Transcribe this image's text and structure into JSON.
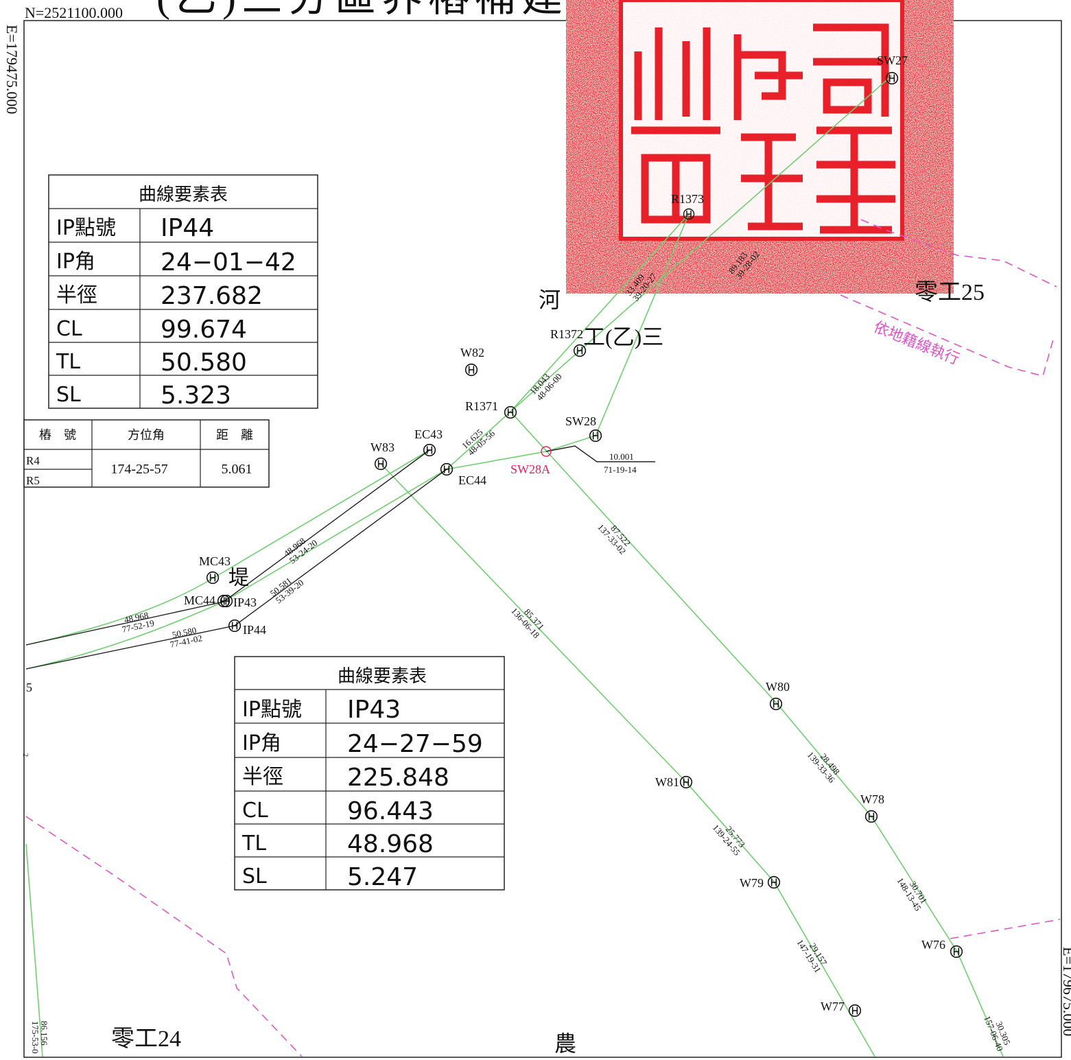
{
  "title": "(乙)三分區界樁補建樁位圖",
  "coord_labels": {
    "north_top": "N=2521100.000",
    "east_left": "E=179475.000",
    "east_right": "E=179675.000",
    "left_fragment_1": "5",
    "left_fragment_2": "2"
  },
  "place_labels": {
    "river": "河",
    "canal": "工(乙)三",
    "levee": "堤",
    "zero_work_25": "零工25",
    "zero_work_24": "零工24",
    "farm": "農",
    "cadastral_note": "依地籍線執行"
  },
  "seal": {
    "glyphs": [
      "局",
      "縣",
      "縣",
      "線",
      "政",
      "府"
    ]
  },
  "stakes": {
    "sw27": "SW27",
    "r1373": "R1373",
    "r1372": "R1372",
    "w82": "W82",
    "r1371": "R1371",
    "sw28": "SW28",
    "sw28a": "SW28A",
    "ec43": "EC43",
    "ec44": "EC44",
    "w83": "W83",
    "mc43": "MC43",
    "mc44": "MC44",
    "ip43": "IP43",
    "ip44": "IP44",
    "w80": "W80",
    "w81": "W81",
    "w78": "W78",
    "w79": "W79",
    "w76": "W76",
    "w77": "W77"
  },
  "segment_labels": {
    "s1": [
      "33.409",
      "39-20-27"
    ],
    "s2": [
      "89.183",
      "39-28-02"
    ],
    "s3": [
      "18.043",
      "48-06-00"
    ],
    "s4": [
      "16.625",
      "48-05-56"
    ],
    "s5": [
      "87.522",
      "137-33-02"
    ],
    "s6": [
      "85.371",
      "136-06-18"
    ],
    "s7": [
      "48.968",
      "53-24-20"
    ],
    "s8": [
      "50.581",
      "53-39-20"
    ],
    "s9": [
      "48.968",
      "77-52-19"
    ],
    "s10": [
      "50.580",
      "77-41-02"
    ],
    "s11": [
      "28.498",
      "139-33-36"
    ],
    "s12": [
      "25.773",
      "139-24-55"
    ],
    "s13": [
      "30.701",
      "148-13-45"
    ],
    "s14": [
      "29.157",
      "147-19-31"
    ],
    "s15": [
      "30.305",
      "157-06-40"
    ],
    "s16": [
      "86.156",
      "175-53-0"
    ],
    "sw28_leader": [
      "10.001",
      "71-19-14"
    ]
  },
  "curve_table_1": {
    "title": "曲線要素表",
    "rows": [
      {
        "key": "IP點號",
        "value": "IP44"
      },
      {
        "key": "IP角",
        "value": "24−01−42"
      },
      {
        "key": "半徑",
        "value": "237.682"
      },
      {
        "key": "CL",
        "value": "99.674"
      },
      {
        "key": "TL",
        "value": "50.580"
      },
      {
        "key": "SL",
        "value": "5.323"
      }
    ]
  },
  "curve_table_2": {
    "title": "曲線要素表",
    "rows": [
      {
        "key": "IP點號",
        "value": "IP43"
      },
      {
        "key": "IP角",
        "value": "24−27−59"
      },
      {
        "key": "半徑",
        "value": "225.848"
      },
      {
        "key": "CL",
        "value": "96.443"
      },
      {
        "key": "TL",
        "value": "48.968"
      },
      {
        "key": "SL",
        "value": "5.247"
      }
    ]
  },
  "stake_table": {
    "headers": [
      "樁　號",
      "方位角",
      "距　離"
    ],
    "row": {
      "stakes": [
        "R4",
        "R5"
      ],
      "azimuth": "174-25-57",
      "distance": "5.061"
    }
  },
  "colors": {
    "green_line": "#6fcf6f",
    "black_line": "#222222",
    "pink_dash": "#e055c8",
    "seal_red": "#e8202a",
    "sw28a_red": "#e4205a"
  }
}
